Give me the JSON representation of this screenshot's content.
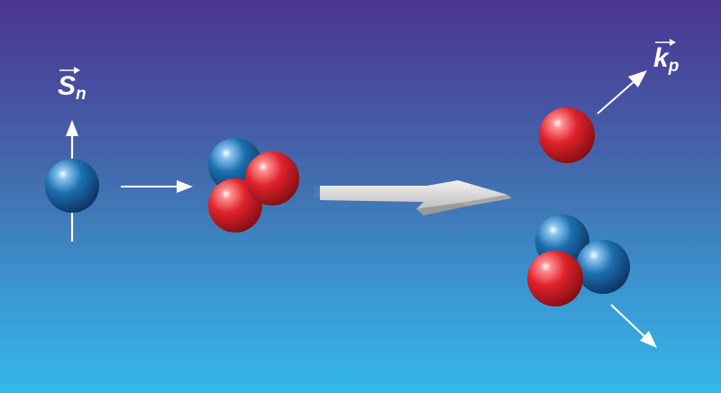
{
  "labels": {
    "spin": {
      "main": "S",
      "sub": "n"
    },
    "momentum": {
      "main": "k",
      "sub": "p"
    }
  },
  "colors": {
    "background_top": "#4b3590",
    "background_bottom": "#33b8e8",
    "neutron": "#1c6fb0",
    "proton": "#e0232c",
    "arrow": "#ffffff",
    "process_arrow": "#c8c8c8"
  },
  "particles": [
    {
      "kind": "neutron",
      "role": "incident polarized neutron"
    },
    {
      "kind": "neutron",
      "role": "target nucleus"
    },
    {
      "kind": "proton",
      "role": "target nucleus"
    },
    {
      "kind": "proton",
      "role": "target nucleus"
    },
    {
      "kind": "proton",
      "role": "knocked-out proton"
    },
    {
      "kind": "neutron",
      "role": "residual nucleus"
    },
    {
      "kind": "neutron",
      "role": "residual nucleus"
    },
    {
      "kind": "proton",
      "role": "residual nucleus"
    }
  ]
}
